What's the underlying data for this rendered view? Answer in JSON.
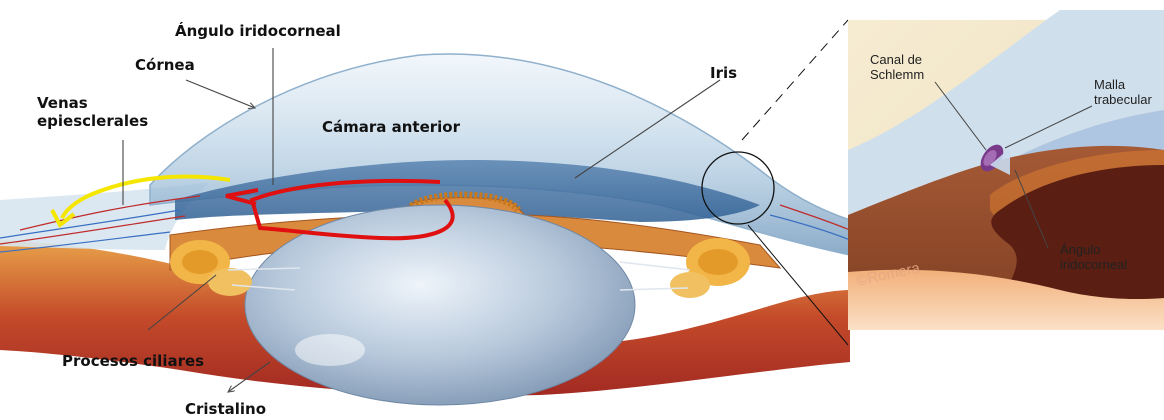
{
  "main_labels": {
    "angulo": "Ángulo iridocorneal",
    "cornea": "Córnea",
    "iris": "Iris",
    "venas": "Venas\nepiesclerales",
    "camara": "Cámara anterior",
    "procesos": "Procesos ciliares",
    "cristalino": "Cristalino"
  },
  "inset_labels": {
    "canal": "Canal de\nSchlemm",
    "malla": "Malla\ntrabecular",
    "angulo": "Ángulo\niridocorneal"
  },
  "watermark": "©Romera",
  "colors": {
    "aqueous_flow_arrow": "#e01010",
    "venous_drainage_arrow": "#f5e600",
    "iris_tissue": "#d98a3c",
    "sclera": "#c8352b"
  }
}
